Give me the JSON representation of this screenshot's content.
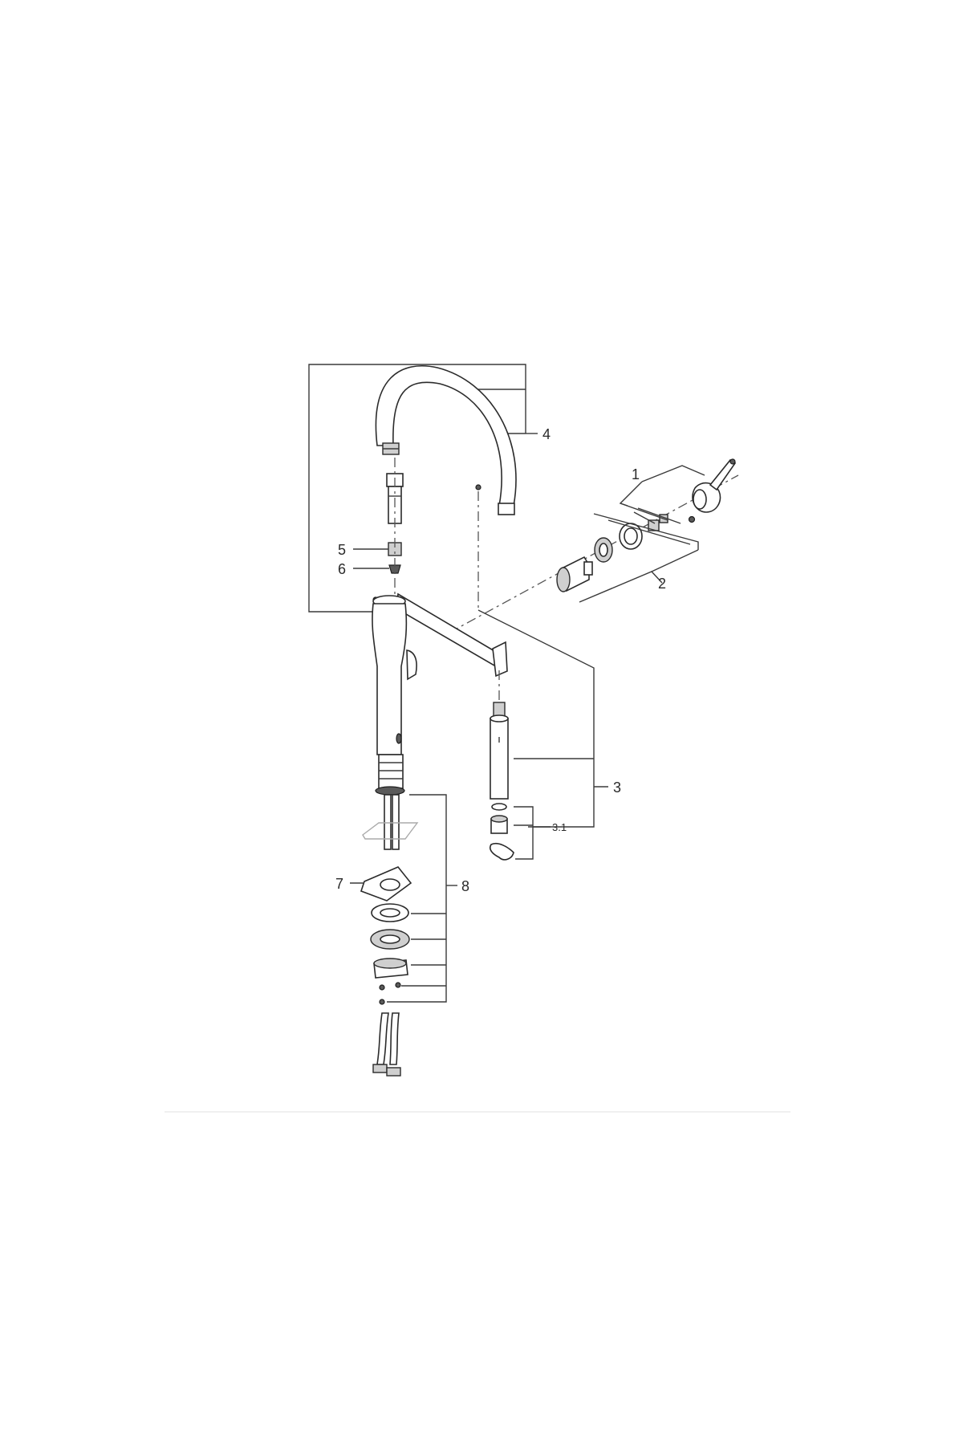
{
  "callouts": {
    "c1": "1",
    "c2": "2",
    "c3": "3",
    "c3_1": "3.1",
    "c4": "4",
    "c5": "5",
    "c6": "6",
    "c7": "7",
    "c8": "8"
  }
}
